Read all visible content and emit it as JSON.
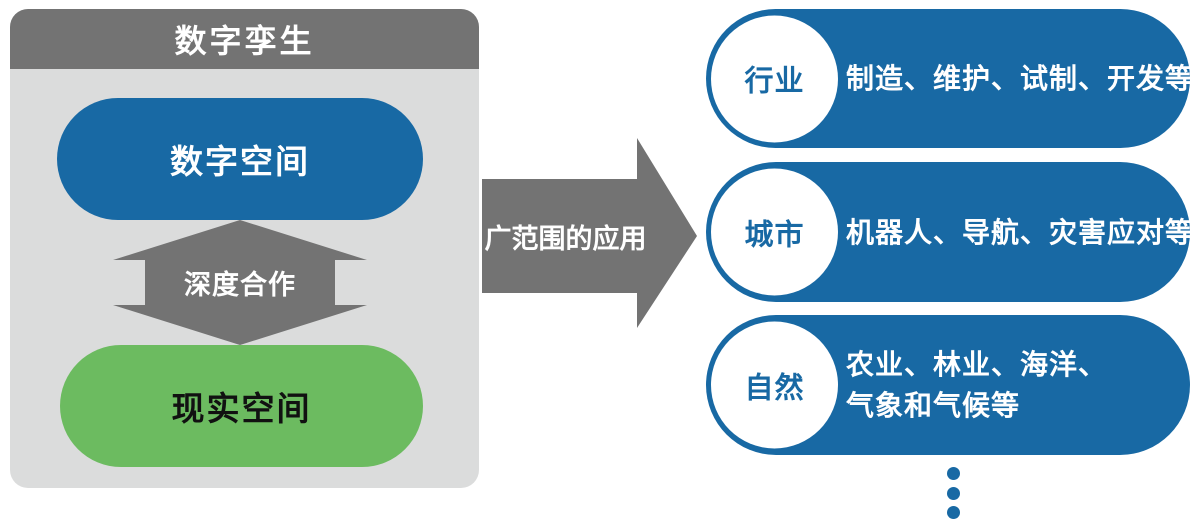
{
  "colors": {
    "blue": "#1869A4",
    "green": "#6CBB60",
    "gray_dark": "#737373",
    "gray_light": "#DBDCDC",
    "white": "#FFFFFF",
    "text_dark": "#111111"
  },
  "left_panel": {
    "title": "数字孪生",
    "digital_space": "数字空间",
    "cooperation": "深度合作",
    "real_space": "现实空间"
  },
  "main_arrow": {
    "label": "广范围的应用"
  },
  "applications": [
    {
      "category": "行业",
      "lines": [
        "制造、维护、试制、开发等"
      ]
    },
    {
      "category": "城市",
      "lines": [
        "机器人、导航、灾害应对等"
      ]
    },
    {
      "category": "自然",
      "lines": [
        "农业、林业、海洋、",
        "气象和气候等"
      ]
    }
  ],
  "ellipsis": {
    "dot_count": 3
  }
}
